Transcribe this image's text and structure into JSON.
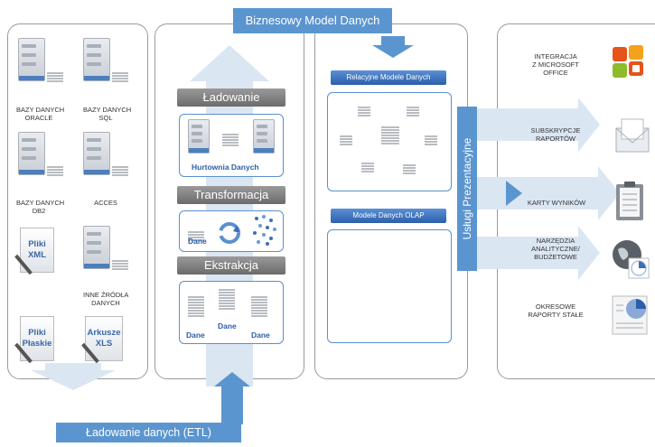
{
  "title": "Biznesowy Model Danych",
  "footer": "Ładowanie danych (ETL)",
  "sources": {
    "oracle": "BAZY DANYCH\nORACLE",
    "sql": "BAZY DANYCH\nSQL",
    "db2": "BAZY DANYCH\nDB2",
    "acces": "ACCES",
    "inne": "INNE ŹRÓDŁA\nDANYCH",
    "xml_line1": "Pliki",
    "xml_line2": "XML",
    "plaskie_line1": "Pliki",
    "plaskie_line2": "Płaskie",
    "xls_line1": "Arkusze",
    "xls_line2": "XLS"
  },
  "etl": {
    "ladowanie": "Ładowanie",
    "hurtownia": "Hurtownia Danych",
    "transformacja": "Transformacja",
    "dane": "Dane",
    "ekstrakcja": "Ekstrakcja"
  },
  "models": {
    "relacyjne": "Relacyjne Modele Danych",
    "olap": "Modele Danych OLAP"
  },
  "uslugi": "Usługi Prezentacyjne",
  "outputs": {
    "integracja": "INTEGRACJA\nZ MICROSOFT\nOFFICE",
    "subskrypcje": "SUBSKRYPCJE\nRAPORTÓW",
    "karty": "KARTY WYNIKÓW",
    "narzedzia": "NARZĘDZIA\nANALITYCZNE/\nBUDŻETOWE",
    "okresowe": "OKRESOWE\nRAPORTY STAŁE"
  },
  "colors": {
    "banner": "#5b95cf",
    "arrow": "#dbe6f3",
    "accent": "#2c5fa8",
    "header_gray": "#7a7a7a"
  }
}
